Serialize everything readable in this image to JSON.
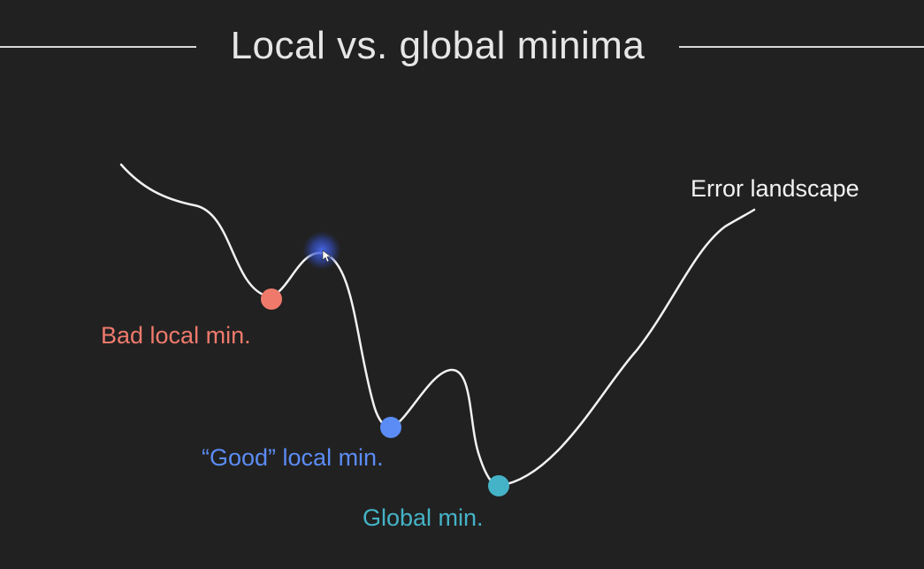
{
  "slide": {
    "title": "Local vs. global minima"
  },
  "curve": {
    "label": "Error landscape",
    "color": "#f2f2f2"
  },
  "points": [
    {
      "id": "bad_local",
      "label": "Bad local min.",
      "color": "#ef7a6c"
    },
    {
      "id": "good_local",
      "label": "“Good” local min.",
      "color": "#5b8cf5"
    },
    {
      "id": "global",
      "label": "Global min.",
      "color": "#45b3c7"
    }
  ],
  "pointer": {
    "glow_color": "#3a5bd9"
  }
}
